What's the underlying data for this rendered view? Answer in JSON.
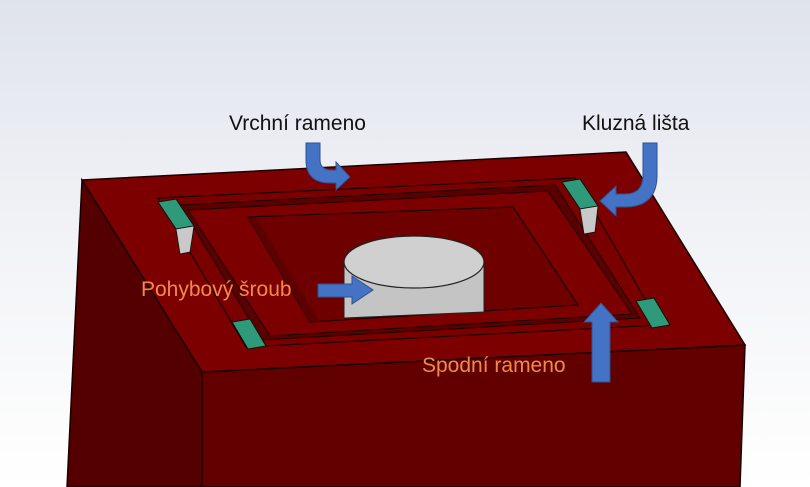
{
  "labels": {
    "top_arm": "Vrchní rameno",
    "slide_rail": "Kluzná lišta",
    "screw": "Pohybový šroub",
    "bottom_arm": "Spodní rameno"
  },
  "colors": {
    "body_top": "#7c0000",
    "body_front": "#620000",
    "body_left": "#540000",
    "inner_recess": "#6e0000",
    "screw": "#d0d0d0",
    "rail": "#2e9a7a",
    "arrow": "#4472c4",
    "label_dark": "#111111",
    "label_orange": "#f08a4b"
  }
}
